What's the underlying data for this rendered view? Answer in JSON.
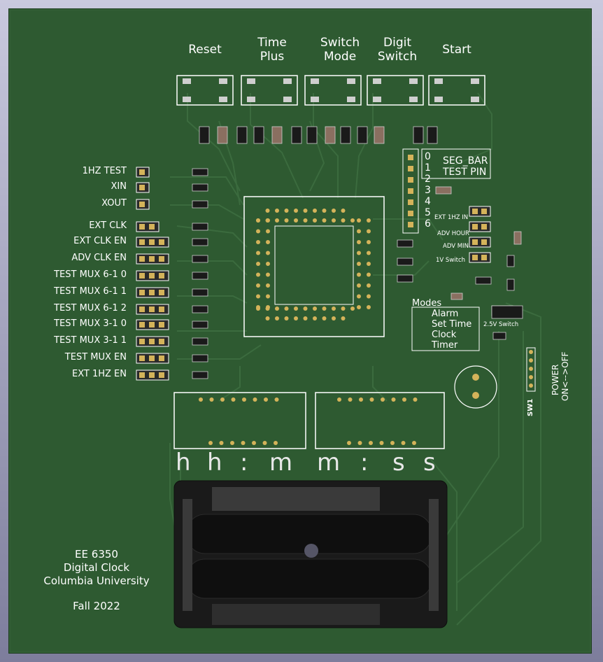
{
  "buttons": [
    {
      "label": "Reset"
    },
    {
      "label": "Time\nPlus"
    },
    {
      "label": "Switch\nMode"
    },
    {
      "label": "Digit\nSwitch"
    },
    {
      "label": "Start"
    }
  ],
  "left_labels": [
    "1HZ TEST",
    "XIN",
    "XOUT",
    "EXT CLK",
    "EXT CLK EN",
    "ADV CLK EN",
    "TEST MUX 6-1 0",
    "TEST MUX 6-1 1",
    "TEST MUX 6-1 2",
    "TEST MUX 3-1 0",
    "TEST MUX 3-1 1",
    "TEST MUX EN",
    "EXT 1HZ EN"
  ],
  "seg_pins": [
    "0",
    "1",
    "2",
    "3",
    "4",
    "5",
    "6"
  ],
  "seg_title": [
    "SEG_BAR",
    "TEST PIN"
  ],
  "right_labels": [
    "EXT 1HZ IN",
    "ADV HOUR",
    "ADV MIN",
    "1V Switch",
    "2.5V Switch"
  ],
  "modes": {
    "title": "Modes",
    "items": [
      "Alarm",
      "Set Time",
      "Clock",
      "Timer"
    ]
  },
  "time_format": [
    "h",
    "h",
    ":",
    "m",
    "m",
    ":",
    "s",
    "s"
  ],
  "power": {
    "title": "POWER",
    "subtitle": "ON<-->OFF",
    "switch": "SW1"
  },
  "footer": {
    "line1": "EE 6350",
    "line2": "Digital Clock",
    "line3": "Columbia University",
    "line4": "Fall 2022"
  },
  "colors": {
    "board": "#2e5a31",
    "silkscreen": "#ffffff",
    "pad": "#d4b35a",
    "component": "#1a1a1a",
    "battery": "#161616"
  }
}
